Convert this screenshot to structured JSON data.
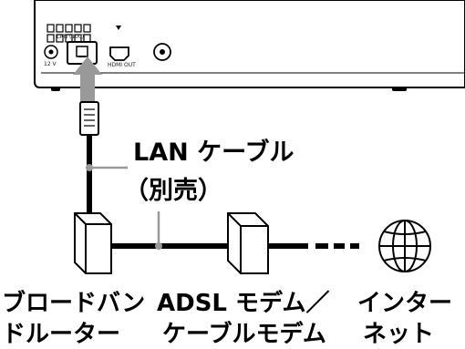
{
  "device_panel": {
    "dc_label": "12 V",
    "lan_port_label": "LAN (100)",
    "hdmi_label": "HDMI OUT"
  },
  "cable_label": {
    "line1": "LAN ケーブル",
    "line2": "（別売）"
  },
  "devices": {
    "router": {
      "line1": "ブロードバン",
      "line2": "ドルーター"
    },
    "modem": {
      "line1": "ADSL モデム／",
      "line2": "ケーブルモデム"
    },
    "internet": {
      "line1": "インター",
      "line2": "ネット"
    }
  }
}
